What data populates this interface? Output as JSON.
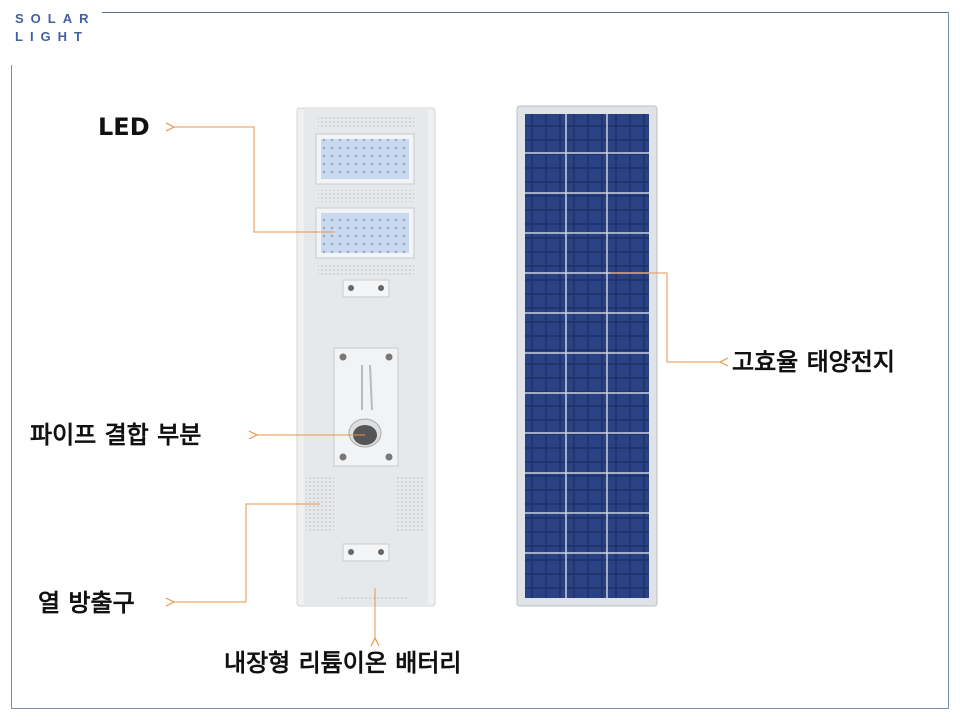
{
  "logo": {
    "line1": "SOLAR",
    "line2": "LIGHT"
  },
  "labels": {
    "led": "LED",
    "solar_cell": "고효율 태양전지",
    "pipe_joint": "파이프 결합 부분",
    "heat_vent": "열 방출구",
    "battery": "내장형 리튬이온 배터리"
  },
  "colors": {
    "callout": "#e8954a",
    "logo": "#3f62a0",
    "panel": "#1c2f6b"
  }
}
